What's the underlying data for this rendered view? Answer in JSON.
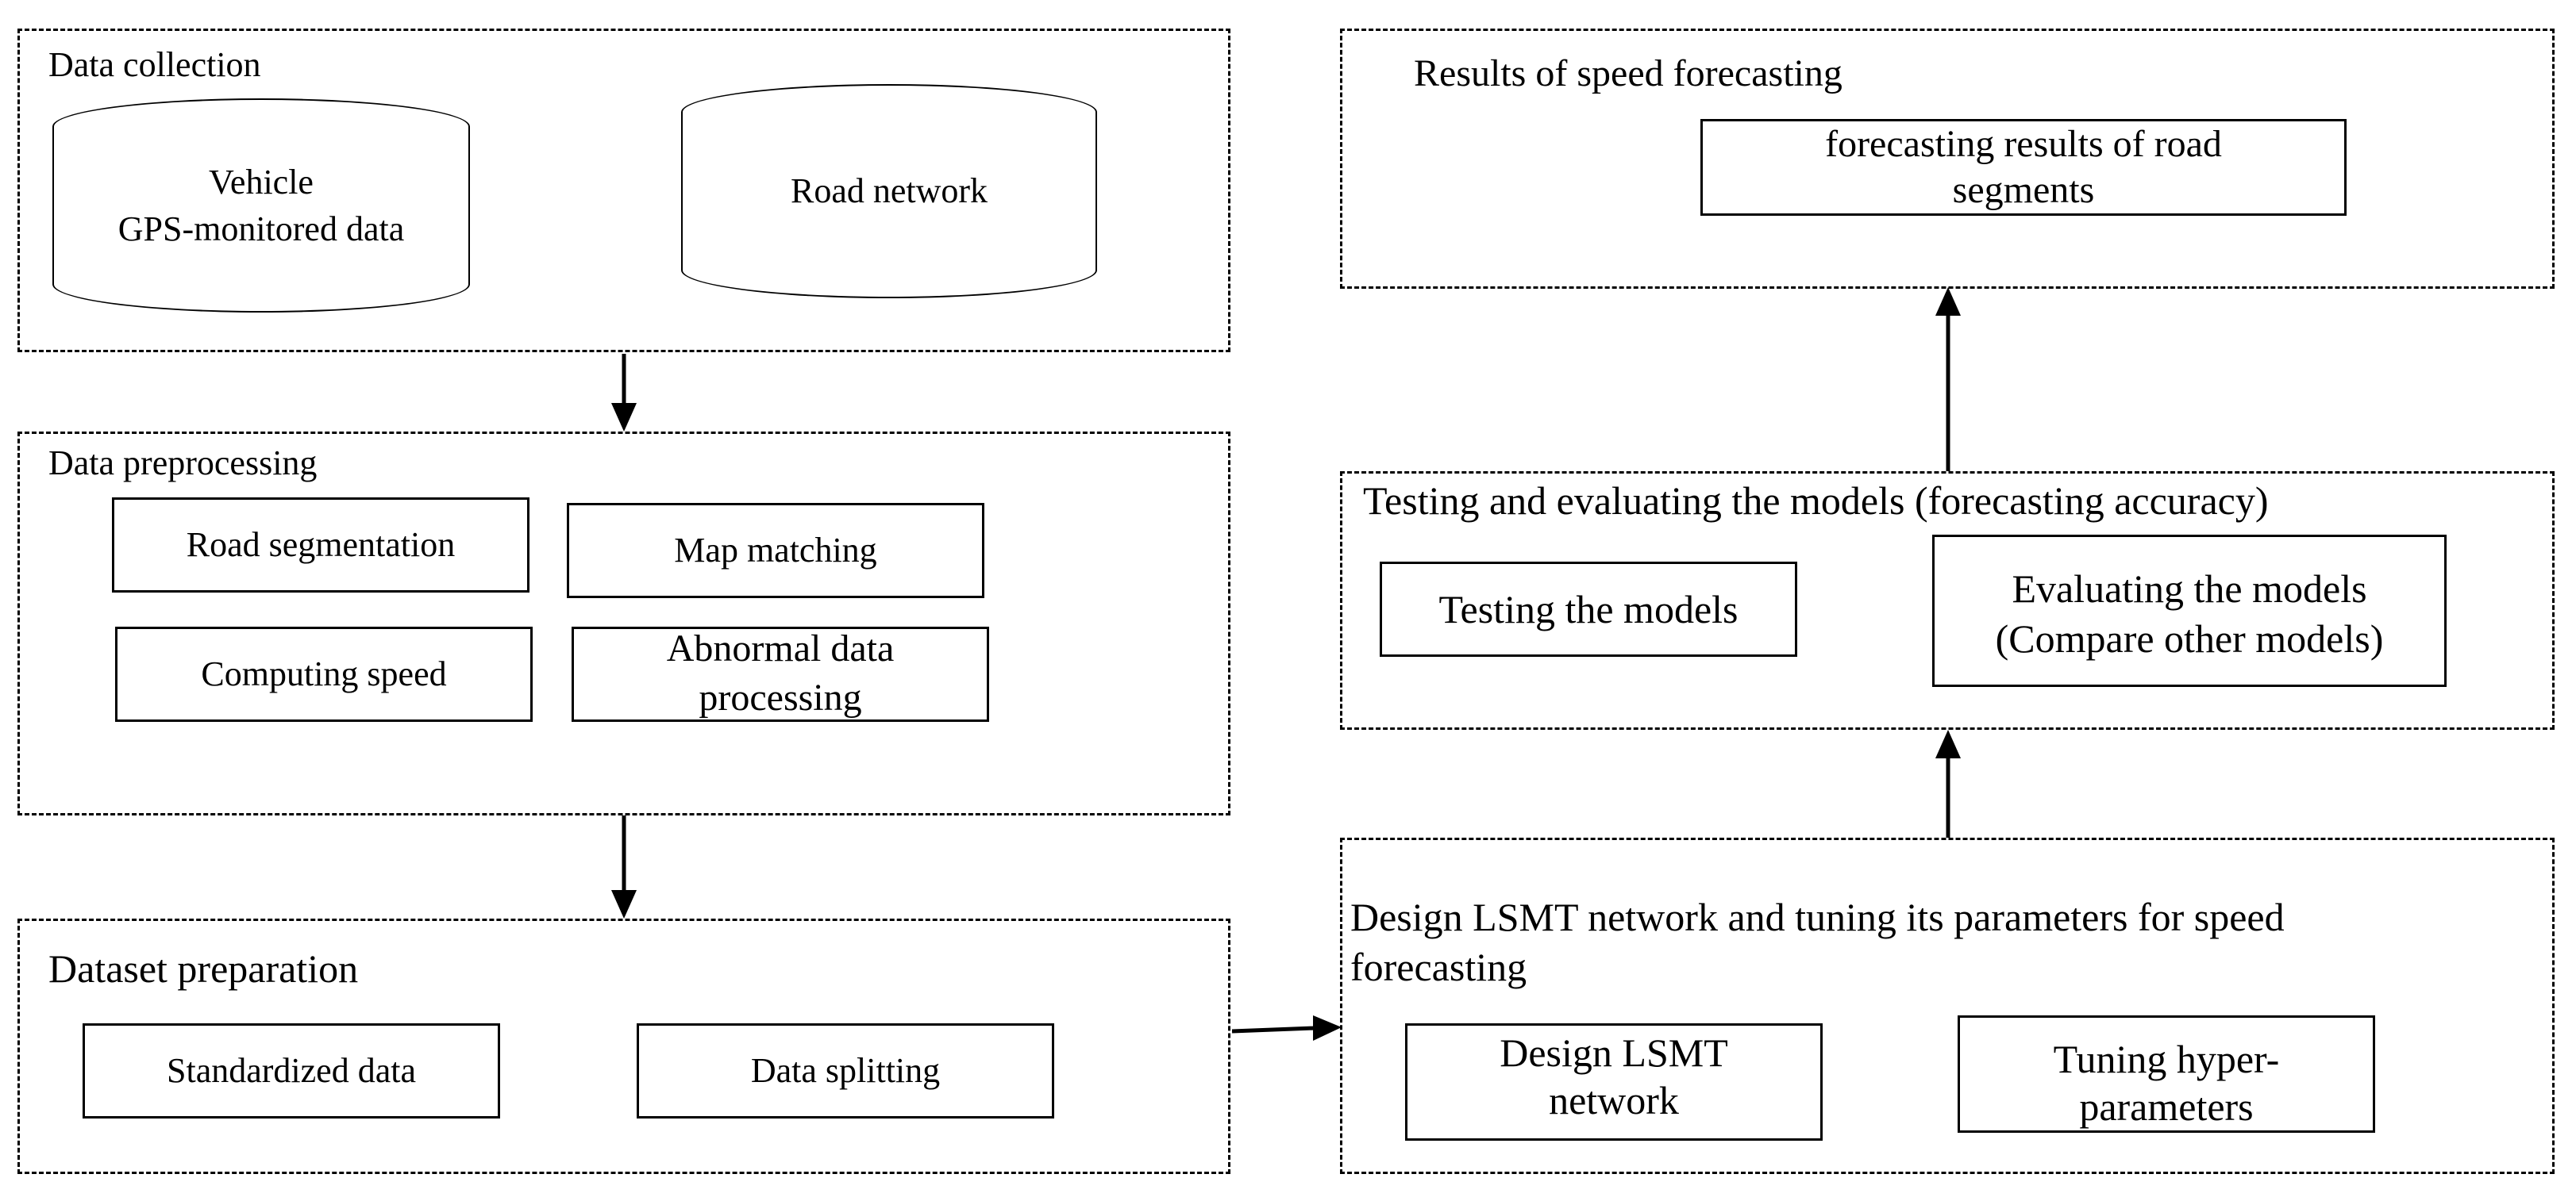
{
  "groups": {
    "collection": {
      "label": "Data collection",
      "vehicle_line1": "Vehicle",
      "vehicle_line2": "GPS-monitored data",
      "road_network": "Road network"
    },
    "preprocessing": {
      "label": "Data preprocessing",
      "road_segmentation": "Road segmentation",
      "map_matching": "Map matching",
      "computing_speed": "Computing speed",
      "abnormal_line1": "Abnormal data",
      "abnormal_line2": "processing"
    },
    "dataset": {
      "label": "Dataset preparation",
      "standardized": "Standardized data",
      "splitting": "Data splitting"
    },
    "design": {
      "label_line1": "Design LSMT network and tuning its parameters for speed",
      "label_line2": "forecasting",
      "design_line1": "Design LSMT",
      "design_line2": "network",
      "tuning_line1": "Tuning hyper-",
      "tuning_line2": "parameters"
    },
    "testing": {
      "label": "Testing and evaluating the models (forecasting accuracy)",
      "testing_models": "Testing the models",
      "evaluating_line1": "Evaluating the models",
      "evaluating_line2": "(Compare other models)"
    },
    "results": {
      "label": "Results of speed forecasting",
      "result_line1": "forecasting results of road",
      "result_line2": "segments"
    }
  }
}
